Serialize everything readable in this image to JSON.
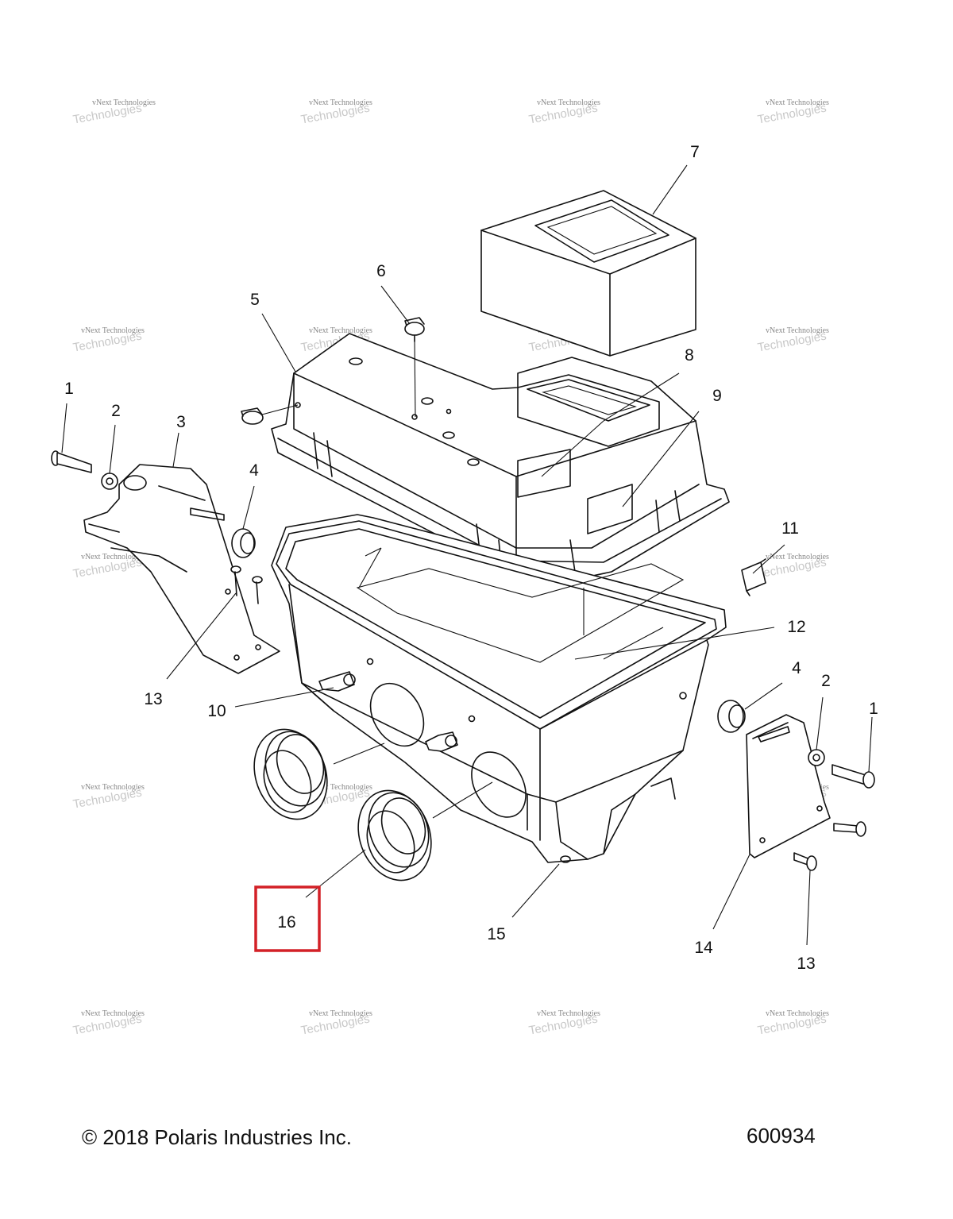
{
  "watermark": {
    "line1": "vNext Technologies",
    "line2": "Technologies",
    "line3": "vNext"
  },
  "callouts": {
    "c1_left": "1",
    "c2_left": "2",
    "c3": "3",
    "c4_left": "4",
    "c5": "5",
    "c6": "6",
    "c7": "7",
    "c8": "8",
    "c9": "9",
    "c10": "10",
    "c11": "11",
    "c12": "12",
    "c13_left": "13",
    "c4_right": "4",
    "c2_right": "2",
    "c1_right": "1",
    "c14": "14",
    "c13_right": "13",
    "c15": "15",
    "c16": "16"
  },
  "highlight": {
    "callout": "16",
    "color": "#d32027"
  },
  "footer": {
    "copyright": "© 2018 Polaris Industries Inc.",
    "drawing_number": "600934"
  }
}
